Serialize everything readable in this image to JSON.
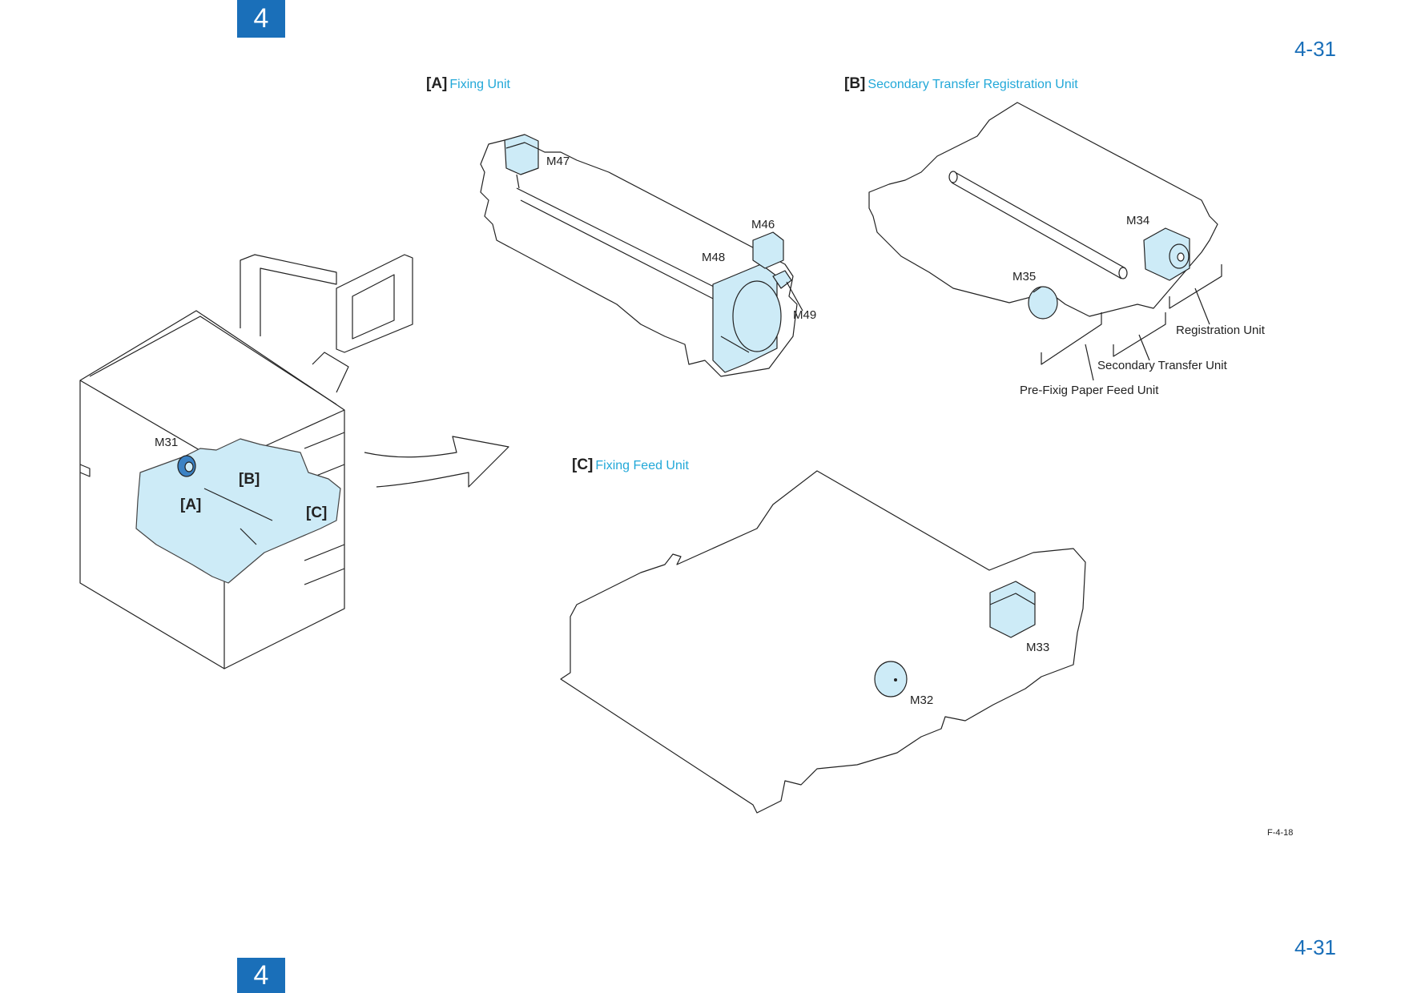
{
  "header": {
    "chapter": "4",
    "page_number": "4-31"
  },
  "footer": {
    "chapter": "4",
    "page_number": "4-31"
  },
  "sections": {
    "a": {
      "tag": "[A]",
      "title": "Fixing Unit"
    },
    "b": {
      "tag": "[B]",
      "title": "Secondary Transfer Registration Unit"
    },
    "c": {
      "tag": "[C]",
      "title": "Fixing Feed Unit"
    }
  },
  "overview": {
    "callouts": {
      "a": "[A]",
      "b": "[B]",
      "c": "[C]"
    },
    "motor": "M31"
  },
  "fixing_unit": {
    "motors": {
      "m47": "M47",
      "m46": "M46",
      "m48": "M48",
      "m49": "M49"
    }
  },
  "secondary_transfer_unit": {
    "motors": {
      "m34": "M34",
      "m35": "M35"
    },
    "subunits": {
      "registration": "Registration Unit",
      "secondary_transfer": "Secondary Transfer  Unit",
      "pre_fixing": "Pre-Fixig Paper Feed Unit"
    }
  },
  "fixing_feed_unit": {
    "motors": {
      "m33": "M33",
      "m32": "M32"
    }
  },
  "figure_id": "F-4-18",
  "colors": {
    "accent_blue": "#1a6fb9",
    "title_cyan": "#22a8d8",
    "part_fill": "#cdebf7",
    "motor_blue": "#3b82c4"
  }
}
